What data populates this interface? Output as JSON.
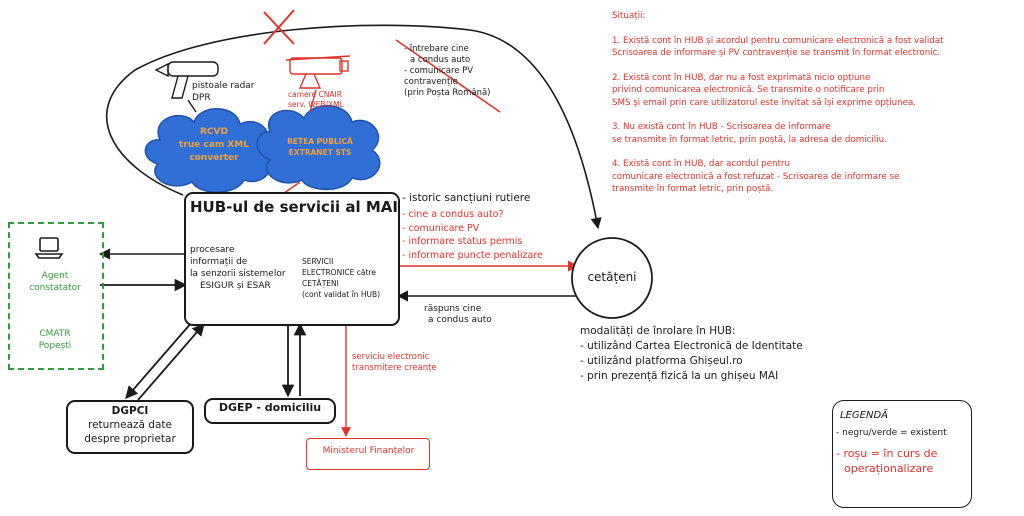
{
  "hub": {
    "title": "HUB-ul de servicii al MAI",
    "left_text": [
      "procesare",
      "informații de",
      "la senzorii sistemelor",
      "ESIGUR și ESAR"
    ],
    "right_text": [
      "SERVICII",
      "ELECTRONICE către",
      "CETĂȚENI",
      "(cont validat în HUB)"
    ]
  },
  "hub_services": {
    "istoric": "- istoric sancțiuni rutiere",
    "items": [
      "- cine a condus auto?",
      "- comunicare PV",
      "- informare status permis",
      "- informare puncte penalizare"
    ]
  },
  "clouds": {
    "rcvd": [
      "RCVD",
      "true cam XML",
      "converter"
    ],
    "retea": [
      "REȚEA PUBLICĂ",
      "EXTRANET STS"
    ]
  },
  "sensors": {
    "pistoale": [
      "pistoale radar",
      "DPR"
    ],
    "camere": [
      "camere CNAIR",
      "serv. WEB/XML"
    ]
  },
  "top_flow": [
    "- întrebare cine",
    "a condus auto",
    "- comunicare PV",
    "contravenție",
    "(prin Poșta Română)"
  ],
  "agent": {
    "label": [
      "Agent",
      "constatator"
    ],
    "cmatr": [
      "CMATR",
      "Popești"
    ]
  },
  "dgpci": [
    "DGPCI",
    "returnează date",
    "despre proprietar"
  ],
  "dgep": "DGEP - domiciliu",
  "ministerul": "Ministerul Finanțelor",
  "serviciu_electronic": [
    "serviciu electronic",
    "transmitere creanțe"
  ],
  "cetateni": "cetățeni",
  "raspuns": [
    "răspuns cine",
    "a condus auto"
  ],
  "modalitati": {
    "title": "modalități de înrolare în HUB:",
    "items": [
      "- utilizând Cartea Electronică de Identitate",
      "- utilizând platforma Ghișeul.ro",
      "- prin prezență fizică la un ghișeu MAI"
    ]
  },
  "situatii": {
    "title": "Situații:",
    "s1": [
      "1. Există cont în HUB și acordul pentru comunicare electronică a fost validat",
      "Scrisoarea de informare și PV contravenție se transmit în format electronic."
    ],
    "s2": [
      "2. Există cont în HUB, dar nu a fost exprimată nicio opțiune",
      "privind comunicarea electronică. Se transmite o notificare prin",
      "SMS și email prin care utilizatorul este invitat să își exprime opțiunea."
    ],
    "s3": [
      "3. Nu există cont în HUB - Scrisoarea de informare",
      "se transmite în format letric, prin poștă, la adresa de domiciliu."
    ],
    "s4": [
      "4. Există cont în HUB, dar acordul pentru",
      "comunicare electronică a fost refuzat - Scrisoarea de informare se",
      "transmite în format letric, prin poștă."
    ]
  },
  "legenda": {
    "title": "LEGENDĂ",
    "existent": "- negru/verde = existent",
    "rosu": [
      "- roșu = în curs de",
      "operaționalizare"
    ]
  },
  "colors": {
    "black": "#1a1a1a",
    "red": "#e0322a",
    "green": "#2e9e3a",
    "cloud": "#2f6fd6",
    "orange": "#f0a13a"
  },
  "icons": [
    "radar-gun-icon",
    "traffic-camera-icon",
    "laptop-icon",
    "cross-mark-icon"
  ]
}
